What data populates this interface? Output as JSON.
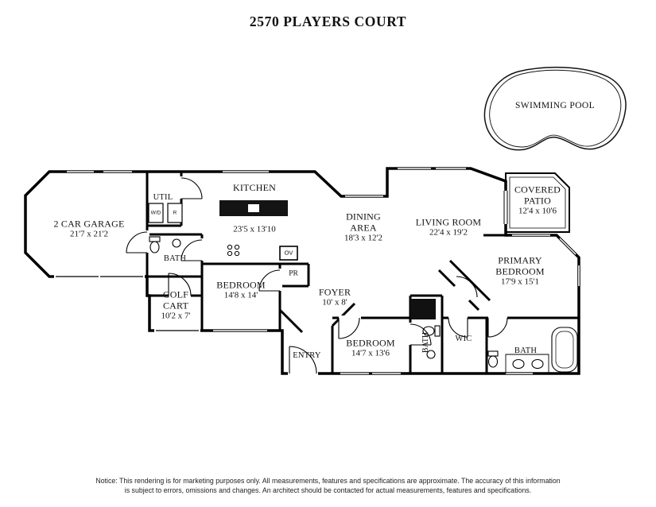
{
  "title": "2570 PLAYERS COURT",
  "pool": {
    "label": "SWIMMING POOL"
  },
  "rooms": {
    "garage": {
      "name": "2 CAR GARAGE",
      "dims": "21'7 x 21'2"
    },
    "util": {
      "name": "UTIL"
    },
    "kitchen": {
      "name": "KITCHEN",
      "dims": "23'5 x 13'10"
    },
    "dining": {
      "name": "DINING AREA",
      "dims": "18'3 x 12'2"
    },
    "living": {
      "name": "LIVING ROOM",
      "dims": "22'4 x 19'2"
    },
    "patio": {
      "name": "COVERED PATIO",
      "dims": "12'4 x 10'6"
    },
    "bath1": {
      "name": "BATH"
    },
    "golf_cart": {
      "name": "GOLF CART",
      "dims": "10'2 x 7'"
    },
    "bedroom1": {
      "name": "BEDROOM",
      "dims": "14'8 x 14'"
    },
    "pr": {
      "name": "PR"
    },
    "foyer": {
      "name": "FOYER",
      "dims": "10' x 8'"
    },
    "primary_bedroom": {
      "name": "PRIMARY BEDROOM",
      "dims": "17'9 x 15'1"
    },
    "entry": {
      "name": "ENTRY"
    },
    "bedroom2": {
      "name": "BEDROOM",
      "dims": "14'7 x 13'6"
    },
    "bath2": {
      "name": "BATH"
    },
    "wic": {
      "name": "WIC"
    },
    "bath3": {
      "name": "BATH"
    }
  },
  "appliances": {
    "washer_dryer": "W/D",
    "range": "R",
    "oven": "OV"
  },
  "notice": {
    "line1": "Notice: This rendering is for marketing purposes only. All measurements, features and specifications are approximate. The accuracy of this information",
    "line2": "is subject to errors, omissions and changes. An architect should be contacted for actual measurements, features and specifications."
  }
}
